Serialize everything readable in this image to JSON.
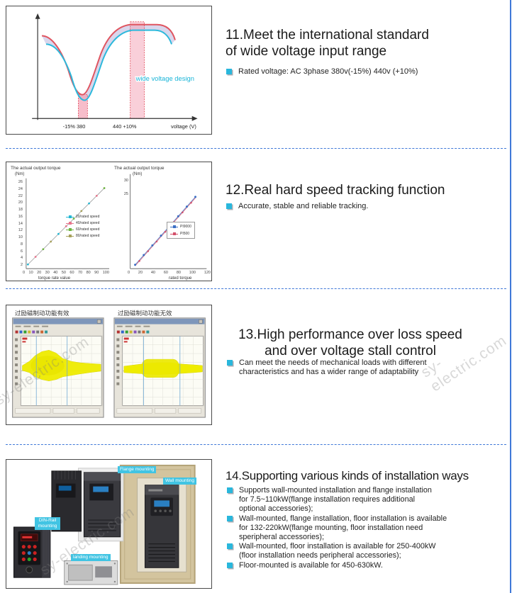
{
  "page": {
    "watermark": "sy-electric.com"
  },
  "sections": [
    {
      "title": "11.Meet the international standard\nof wide voltage input range",
      "bullets": [
        "Rated voltage: AC 3phase 380v(-15%) 440v (+10%)"
      ]
    },
    {
      "title": "12.Real hard speed tracking function",
      "bullets": [
        "Accurate, stable and reliable tracking."
      ]
    },
    {
      "title": "13.High performance over loss speed\nand over voltage stall control",
      "bullets": [
        "Can meet the needs of mechanical loads with different\ncharacteristics and has a wider range of adaptability"
      ]
    },
    {
      "title": "14.Supporting various kinds of installation ways",
      "bullets": [
        "Supports wall-mounted installation and flange installation\nfor 7.5~110kW(flange installation requires additional\noptional accessories);",
        "Wall-mounted, flange installation, floor installation is available\nfor 132-220kW(flange mounting, floor installation need\nsperipheral accessories);",
        "Wall-mounted, floor installation is available for 250-400kW\n(floor installation needs peripheral accessories);",
        "Floor-mounted is available for 450-630kW."
      ]
    }
  ],
  "fig_voltage": {
    "curve_label": "wide voltage design",
    "x_labels": [
      "-15% 380",
      "440 +10%",
      "voltage (V)"
    ]
  },
  "fig_tracking": {
    "left": {
      "title": "The actual output torque",
      "y_unit": "(Nm)",
      "y_ticks": [
        "26",
        "24",
        "22",
        "20",
        "18",
        "16",
        "14",
        "12",
        "10",
        "8",
        "6",
        "4",
        "2"
      ],
      "x_ticks": [
        "0",
        "10",
        "20",
        "30",
        "40",
        "50",
        "60",
        "70",
        "80",
        "90",
        "100"
      ],
      "x_label": "torque rate value",
      "legend": [
        "20/rated speed",
        "40/rated speed",
        "60/rated speed",
        "80/rated speed"
      ],
      "legend_colors": [
        "#25b7d3",
        "#e8748c",
        "#6cb33f",
        "#a5a05a"
      ]
    },
    "right": {
      "title": "The actual output torque",
      "y_unit": "(Nm)",
      "y_ticks": [
        "30",
        "25"
      ],
      "x_ticks": [
        "0",
        "20",
        "40",
        "60",
        "80",
        "100",
        "120"
      ],
      "x_label": "rated torque",
      "legend": [
        "PI9000",
        "PI500"
      ],
      "legend_colors": [
        "#3a6fc4",
        "#d4506a"
      ]
    }
  },
  "fig_stall": {
    "left_caption": "过励磁制动功能有效",
    "right_caption": "过励磁制动功能无效"
  },
  "fig_install": {
    "labels": [
      "Flange mounting",
      "Wall mounting",
      "DIN-Rail mounting",
      "landing mounting"
    ]
  }
}
